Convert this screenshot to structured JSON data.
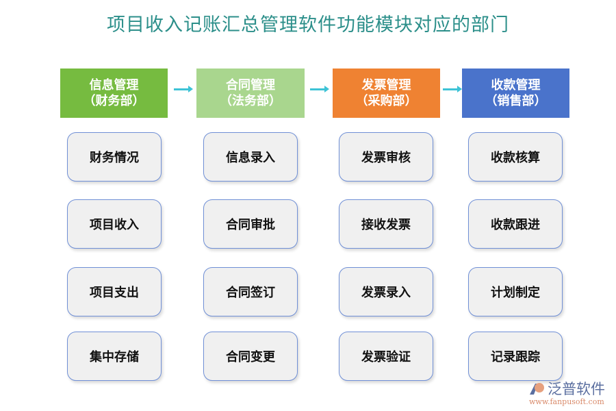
{
  "title": "项目收入记账汇总管理软件功能模块对应的部门",
  "columns": [
    {
      "name": "信息管理",
      "dept": "（财务部）",
      "color": "#76bb40",
      "items": [
        "财务情况",
        "项目收入",
        "项目支出",
        "集中存储"
      ]
    },
    {
      "name": "合同管理",
      "dept": "（法务部）",
      "color": "#a9d68e",
      "items": [
        "信息录入",
        "合同审批",
        "合同签订",
        "合同变更"
      ]
    },
    {
      "name": "发票管理",
      "dept": "（采购部）",
      "color": "#ef8232",
      "items": [
        "发票审核",
        "接收发票",
        "发票录入",
        "发票验证"
      ]
    },
    {
      "name": "收款管理",
      "dept": "（销售部）",
      "color": "#4a73cb",
      "items": [
        "收款核算",
        "收款跟进",
        "计划制定",
        "记录跟踪"
      ]
    }
  ],
  "logo": {
    "name": "泛普软件",
    "url": "www.fanpusoft.com"
  }
}
